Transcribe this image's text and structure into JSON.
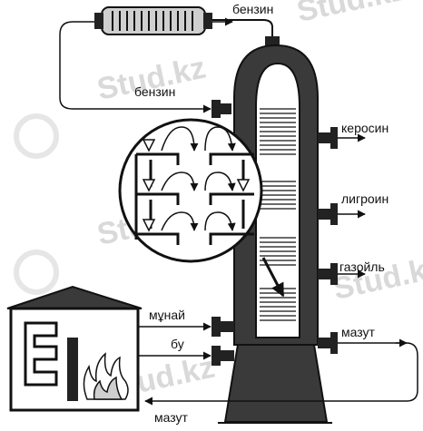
{
  "labels": {
    "benzin_top": "бензин",
    "benzin_reflux": "бензин",
    "kerosin": "керосин",
    "ligroin": "лигроин",
    "gazoil": "газойль",
    "munai": "мұнай",
    "bu": "бу",
    "mazut_right": "мазут",
    "mazut_bottom": "мазут"
  },
  "watermark": "Stud.kz",
  "colors": {
    "ink": "#111111",
    "column_fill": "#3a3a3a",
    "watermark": "#d9d9d9"
  }
}
